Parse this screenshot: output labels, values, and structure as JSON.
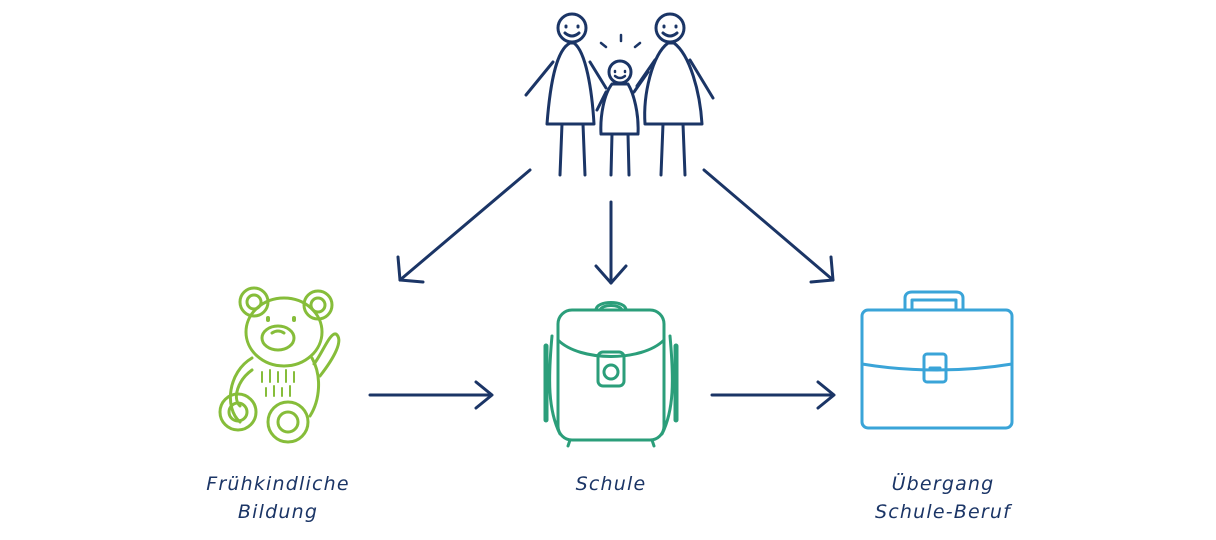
{
  "colors": {
    "navy": "#1b3566",
    "green": "#86bd3a",
    "teal": "#2b9e7a",
    "blue": "#3aa4d8"
  },
  "icons": {
    "family": "family-icon",
    "early": "teddy-bear-icon",
    "school": "school-backpack-icon",
    "transition": "briefcase-icon"
  },
  "labels": {
    "early_line1": "Frühkindliche",
    "early_line2": "Bildung",
    "school": "Schule",
    "transition_line1": "Übergang",
    "transition_line2": "Schule-Beruf"
  }
}
